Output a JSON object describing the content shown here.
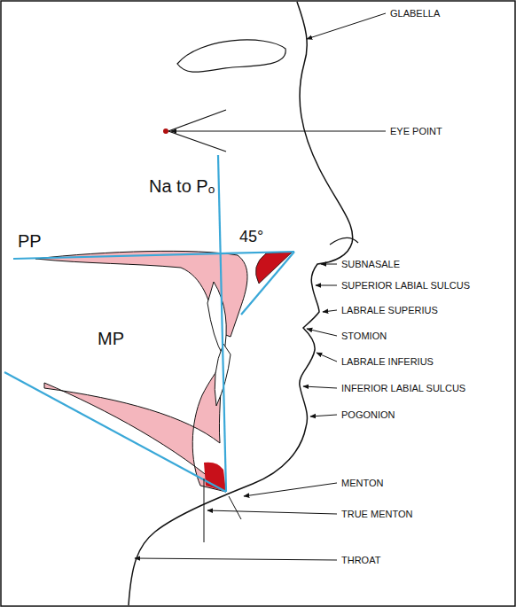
{
  "diagram": {
    "labels": [
      "GLABELLA",
      "EYE POINT",
      "Na to Pₒ",
      "PP",
      "45°",
      "MP",
      "SUBNASALE",
      "SUPERIOR LABIAL SULCUS",
      "LABRALE SUPERIUS",
      "STOMION",
      "LABRALE INFERIUS",
      "INFERIOR LABIAL SULCUS",
      "POGONION",
      "MENTON",
      "TRUE MENTON",
      "THROAT"
    ]
  }
}
